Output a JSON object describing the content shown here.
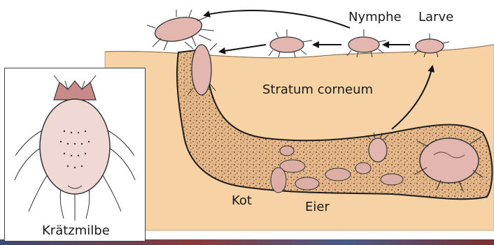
{
  "labels": {
    "nymphe": "Nymphe",
    "larve": "Larve",
    "stratum": "Stratum corneum",
    "kot": "Kot",
    "eier": "Eier",
    "kraetzmilbe": "Krätzmilbe"
  },
  "colors": {
    "skin": "#f6d2a4",
    "skin_edge": "#c9a77f",
    "burrow": "#e6b889",
    "burrow_edge": "#1c1c1c",
    "mite_body": "#e3b6b0",
    "egg": "#dcaea6",
    "inset_body": "#f0d9d4",
    "leg": "#8a4a4a"
  }
}
